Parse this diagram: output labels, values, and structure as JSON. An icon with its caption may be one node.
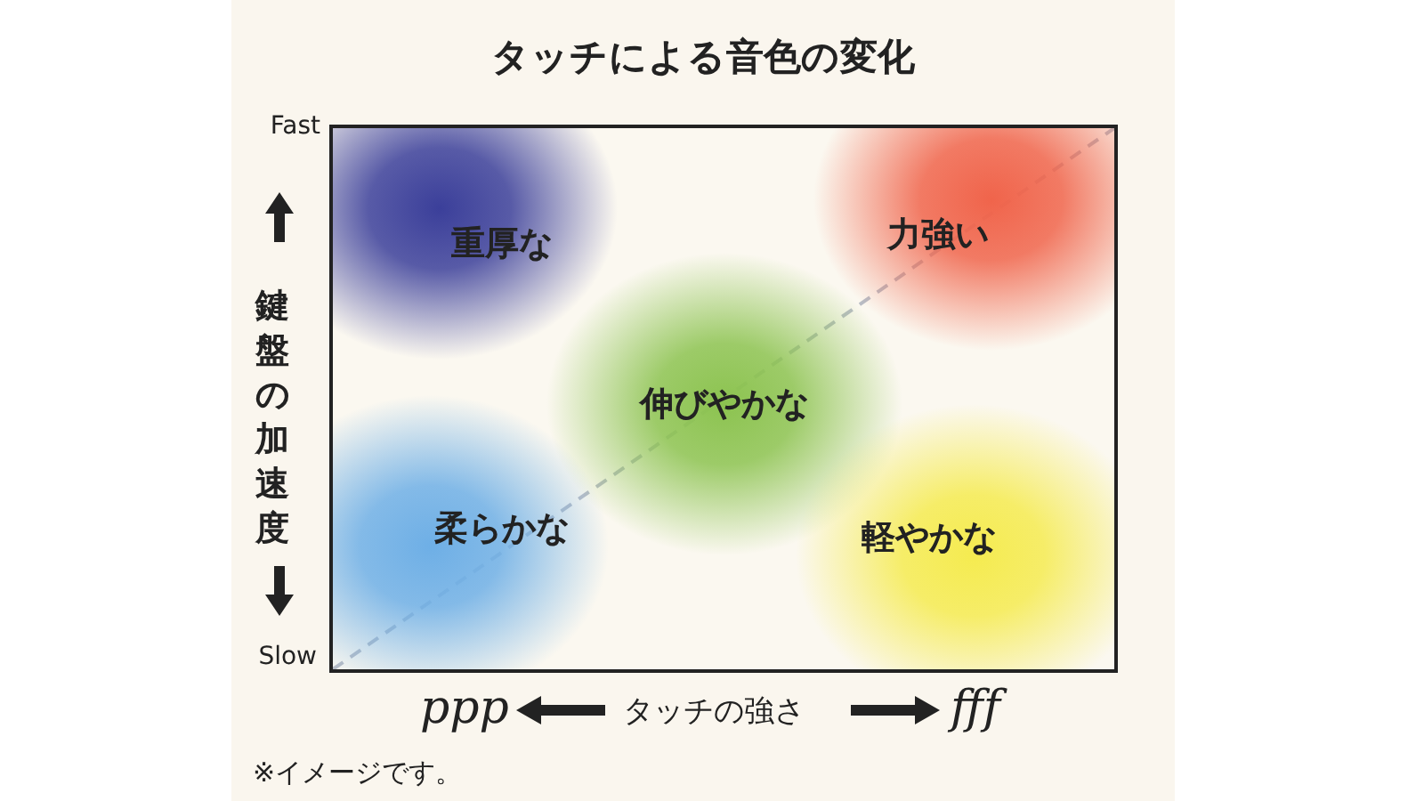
{
  "diagram": {
    "title": "タッチによる音色の変化",
    "nodes": [
      {
        "text": [
          "重厚な"
        ]
      },
      {
        "text": [
          "力強い"
        ]
      },
      {
        "text": [
          "伸びやかな"
        ]
      },
      {
        "text": [
          "柔らかな"
        ]
      },
      {
        "text": [
          "軽やかな"
        ]
      }
    ],
    "labels": [
      "Fast",
      "鍵盤の加速度",
      "Slow",
      "ppp",
      "タッチの強さ",
      "fff",
      "※イメージです。"
    ]
  }
}
